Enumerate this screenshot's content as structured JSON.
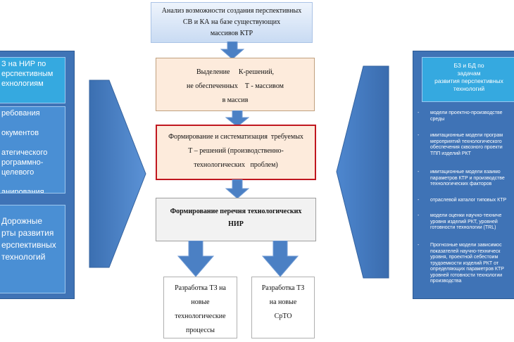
{
  "left_panel": {
    "top_box": [
      "З на НИР по",
      "ерспективным",
      "ехнологиям"
    ],
    "mid_box": [
      "ребования",
      "",
      "окументов",
      "",
      "атегического",
      "рограммно-",
      "целевого",
      "",
      "анирования"
    ],
    "bottom_box": [
      "Дорожные",
      "рты   развития",
      "ерспективных",
      "технологий"
    ]
  },
  "center": {
    "top_box": [
      "Анализ возможности создания перспективных",
      "СВ и КА на базе существующих",
      "массивов КТР"
    ],
    "select_box": [
      "Выделение     К-решений,",
      "не обеспеченных    Т - массивом",
      "в массив"
    ],
    "form_box": [
      "Формирование и систематизация  требуемых",
      "Т – решений (производственно-",
      "технологических   проблем)"
    ],
    "nir_box": [
      "Формирование перечня технологических",
      "НИР"
    ],
    "tz_processes": [
      "Разработка ТЗ на",
      "новые",
      "технологические",
      "процессы"
    ],
    "tz_srto": [
      "Разработка ТЗ",
      "на новые",
      "СрТО"
    ]
  },
  "right_panel": {
    "header": [
      "БЗ и БД по",
      "задачам",
      "развития перспективных",
      "технологий"
    ],
    "items": [
      [
        "модели проектно-производстве",
        "среды"
      ],
      [
        "имитационные модели програм",
        "мероприятий технологического",
        "обеспечения сквозного проекти",
        "ТПП изделий РКТ"
      ],
      [
        "имитационные модели взаимо",
        "параметров КТР и производстве",
        "технологических факторов"
      ],
      [
        "отраслевой каталог типовых  КТР"
      ],
      [
        "модели оценки научно-техниче",
        "уровня изделий РКТ, уровней",
        "готовности технологии (TRL)"
      ],
      [
        "Прогнозные модели зависимос",
        "показателей    научно-техническ",
        "уровня,    проектной себестоим",
        "трудоемкости изделий РКТ от",
        "определяющих параметров КТР",
        "уровней готовности технологии",
        "производства"
      ]
    ]
  },
  "colors": {
    "panel_blue": "#3f73b6",
    "panel_box_blue": "#4a8fd4",
    "panel_header_cyan": "#35a9e0",
    "arrow_blue": "#4b80c4",
    "highlight_red": "#c0171f",
    "peach_fill": "#fdebdc"
  }
}
